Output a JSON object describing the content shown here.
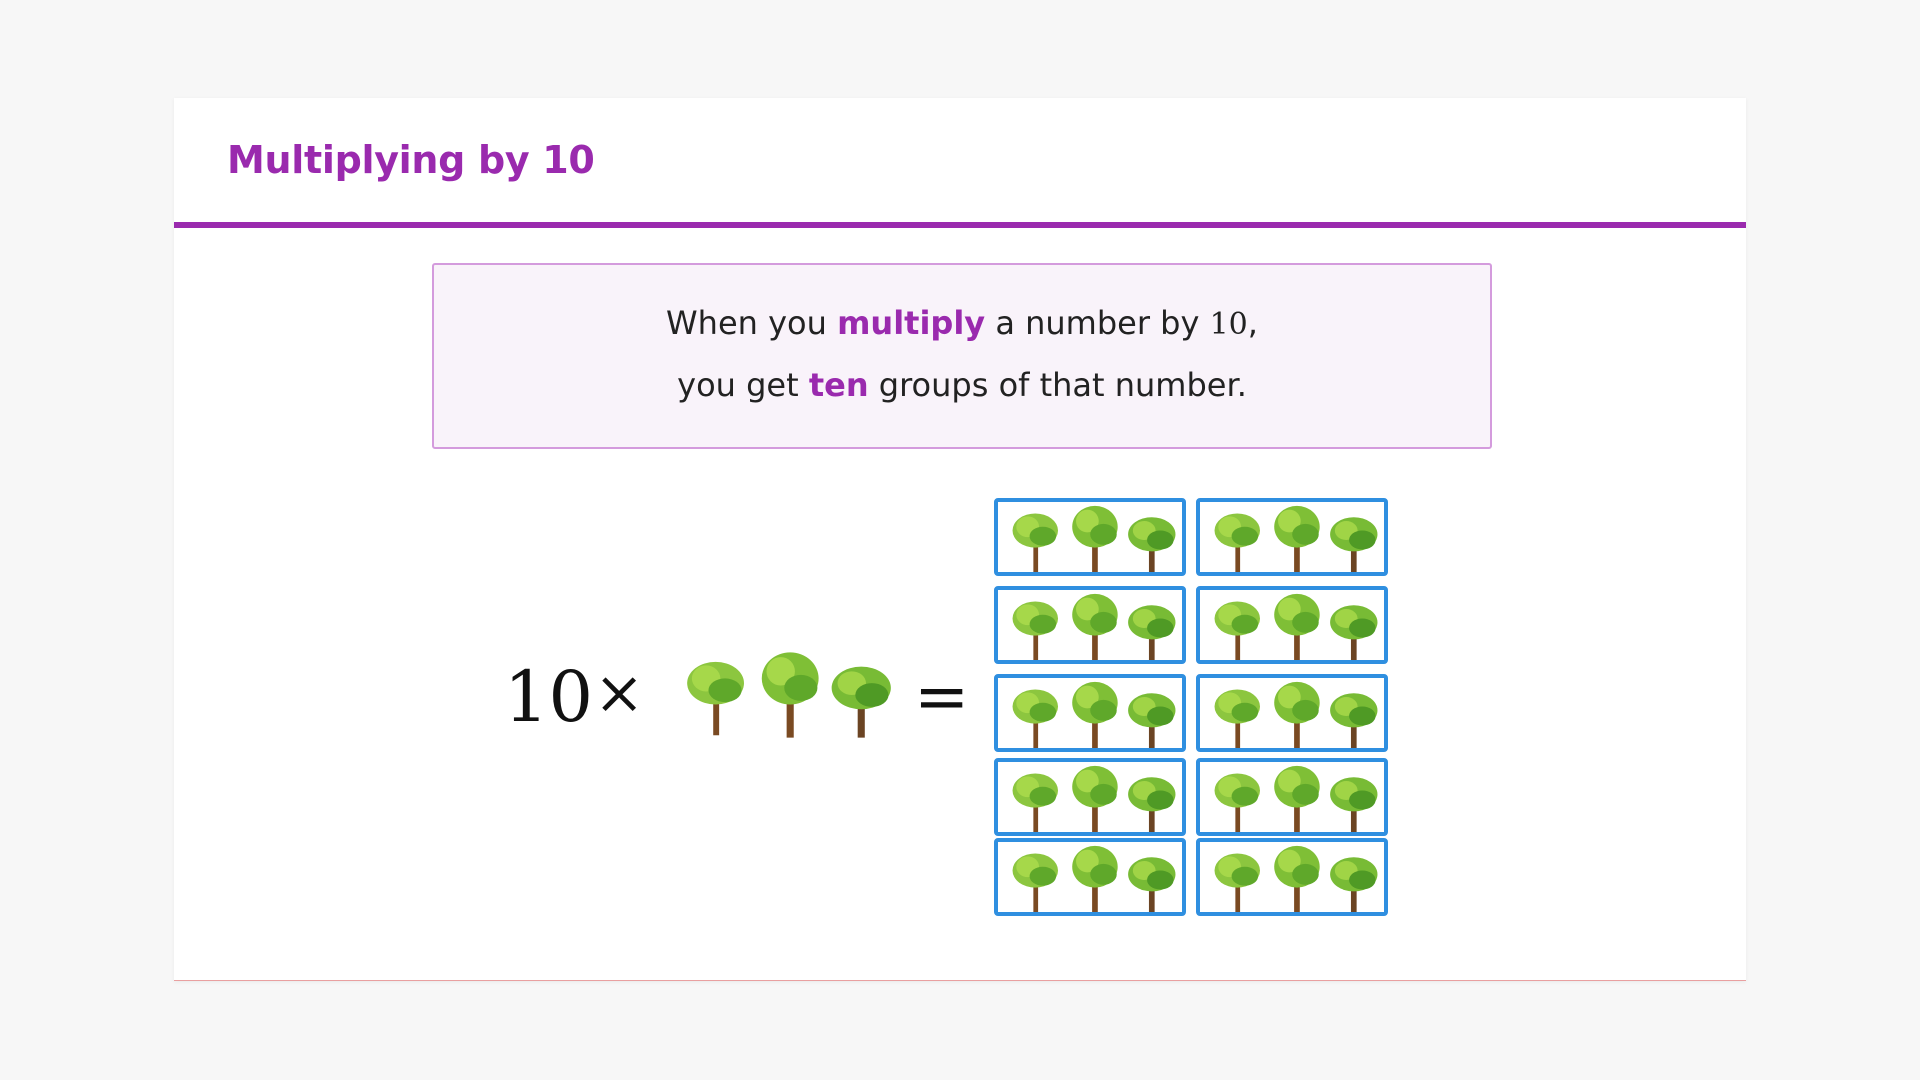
{
  "slide": {
    "title": "Multiplying by 10"
  },
  "callout": {
    "line1": {
      "before": "When you ",
      "highlight": "multiply",
      "after": " a number by ",
      "math": "10",
      "end": ","
    },
    "line2": {
      "before": "you get ",
      "highlight": "ten",
      "after": " groups of that number."
    }
  },
  "equation": {
    "multiplier": "10",
    "times_symbol": "×",
    "equals_symbol": "=",
    "group_icon": "three-trees-icon",
    "group_count": 10
  },
  "colors": {
    "accent": "#9a2aae",
    "group_border": "#2f8fe0",
    "callout_bg": "#f9f3fa",
    "callout_border": "#d49bdd"
  }
}
